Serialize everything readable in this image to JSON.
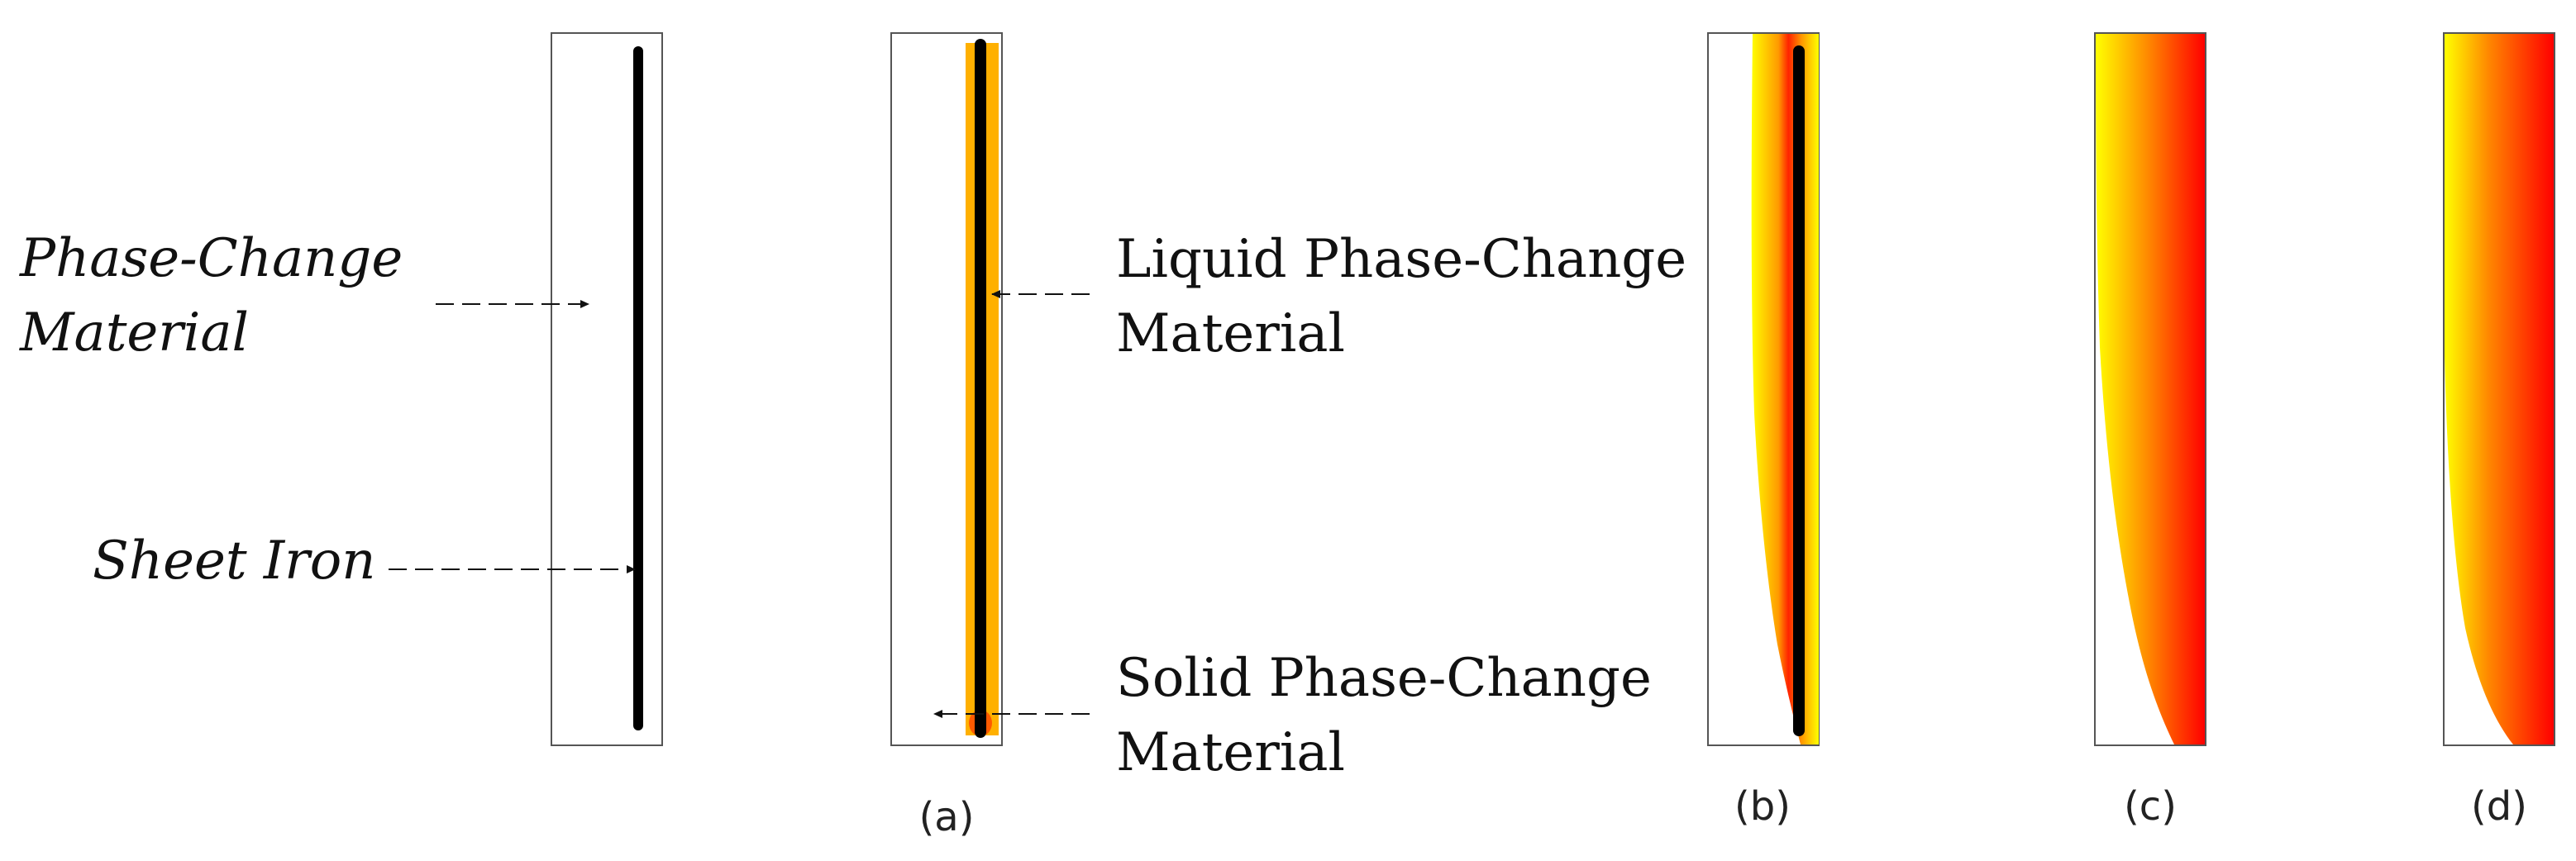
{
  "labels": {
    "pcm_line1": "Phase-Change",
    "pcm_line2": "Material",
    "sheet_iron": "Sheet Iron",
    "liquid_line1": "Liquid Phase-Change",
    "liquid_line2": "Material",
    "solid_line1": "Solid Phase-Change",
    "solid_line2": "Material"
  },
  "panels": [
    {
      "id": "a",
      "caption": "(a)"
    },
    {
      "id": "b",
      "caption": "(b)"
    },
    {
      "id": "c",
      "caption": "(c)"
    },
    {
      "id": "d",
      "caption": "(d)"
    }
  ],
  "colors": {
    "hot": "#ff0000",
    "mid": "#ff8c00",
    "cool": "#ffff00",
    "sheet": "#000000",
    "frame": "#555555"
  }
}
